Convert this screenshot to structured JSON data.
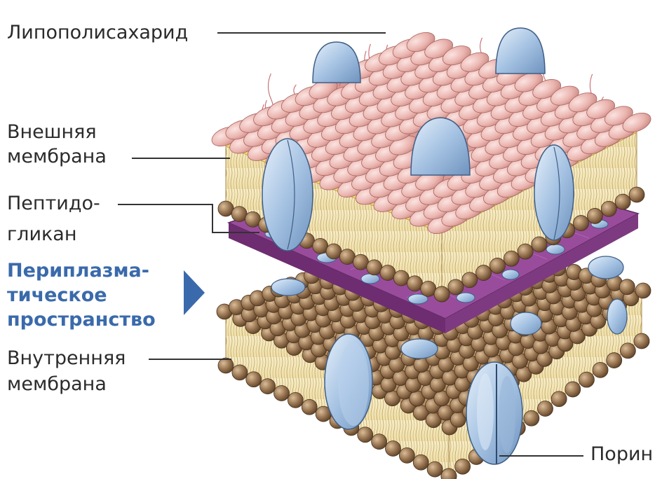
{
  "labels": {
    "lipopolysaccharide": "Липополисахарид",
    "outer_membrane_1": "Внешняя",
    "outer_membrane_2": "мембрана",
    "peptidoglycan_1": "Пептидо-",
    "peptidoglycan_2": "гликан",
    "periplasmic_1": "Периплазма-",
    "periplasmic_2": "тическое",
    "periplasmic_3": "пространство",
    "inner_membrane_1": "Внутренняя",
    "inner_membrane_2": "мембрана",
    "porin": "Порин"
  },
  "colors": {
    "text": "#2b2b2b",
    "accent": "#3a6aab",
    "lipid_head": "#8b6a47",
    "lipid_tail": "#f3e6b8",
    "lps_tile": "#e8aaa8",
    "lps_hair": "#c86a72",
    "porin": "#a9c6e4",
    "peptidoglycan": "#8a3f8c",
    "yellow_edge": "#efd777"
  }
}
